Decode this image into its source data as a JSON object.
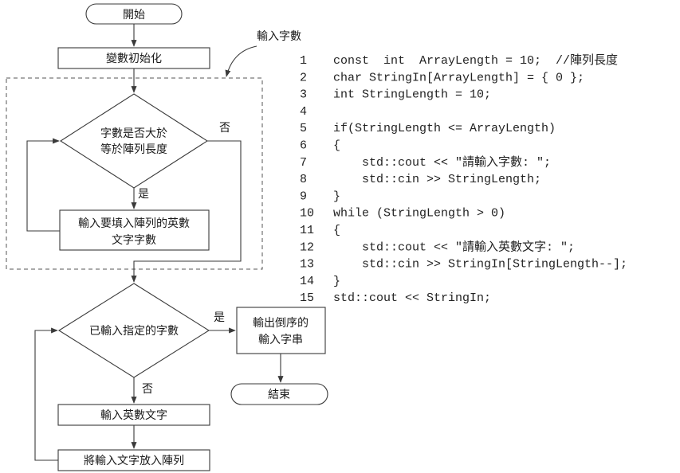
{
  "flowchart": {
    "start": "開始",
    "init": "變數初始化",
    "group_label": "輸入字數",
    "decision1": [
      "字數是否大於",
      "等於陣列長度"
    ],
    "decision1_no": "否",
    "decision1_yes": "是",
    "process_input_count": [
      "輸入要填入陣列的英數",
      "文字字數"
    ],
    "decision2": "已輸入指定的字數",
    "decision2_yes": "是",
    "decision2_no": "否",
    "output": [
      "輸出倒序的",
      "輸入字串"
    ],
    "end": "結束",
    "process_input_char": "輸入英數文字",
    "process_store": "將輸入文字放入陣列"
  },
  "code": {
    "lines": [
      {
        "num": "1",
        "text": "const  int  ArrayLength = 10;  //陣列長度"
      },
      {
        "num": "2",
        "text": "char StringIn[ArrayLength] = { 0 };"
      },
      {
        "num": "3",
        "text": "int StringLength = 10;"
      },
      {
        "num": "4",
        "text": ""
      },
      {
        "num": "5",
        "text": "if(StringLength <= ArrayLength)"
      },
      {
        "num": "6",
        "text": "{"
      },
      {
        "num": "7",
        "text": "    std::cout << \"請輸入字數: \";"
      },
      {
        "num": "8",
        "text": "    std::cin >> StringLength;"
      },
      {
        "num": "9",
        "text": "}"
      },
      {
        "num": "10",
        "text": "while (StringLength > 0)"
      },
      {
        "num": "11",
        "text": "{"
      },
      {
        "num": "12",
        "text": "    std::cout << \"請輸入英數文字: \";"
      },
      {
        "num": "13",
        "text": "    std::cin >> StringIn[StringLength--];"
      },
      {
        "num": "14",
        "text": "}"
      },
      {
        "num": "15",
        "text": "std::cout << StringIn;"
      }
    ]
  }
}
